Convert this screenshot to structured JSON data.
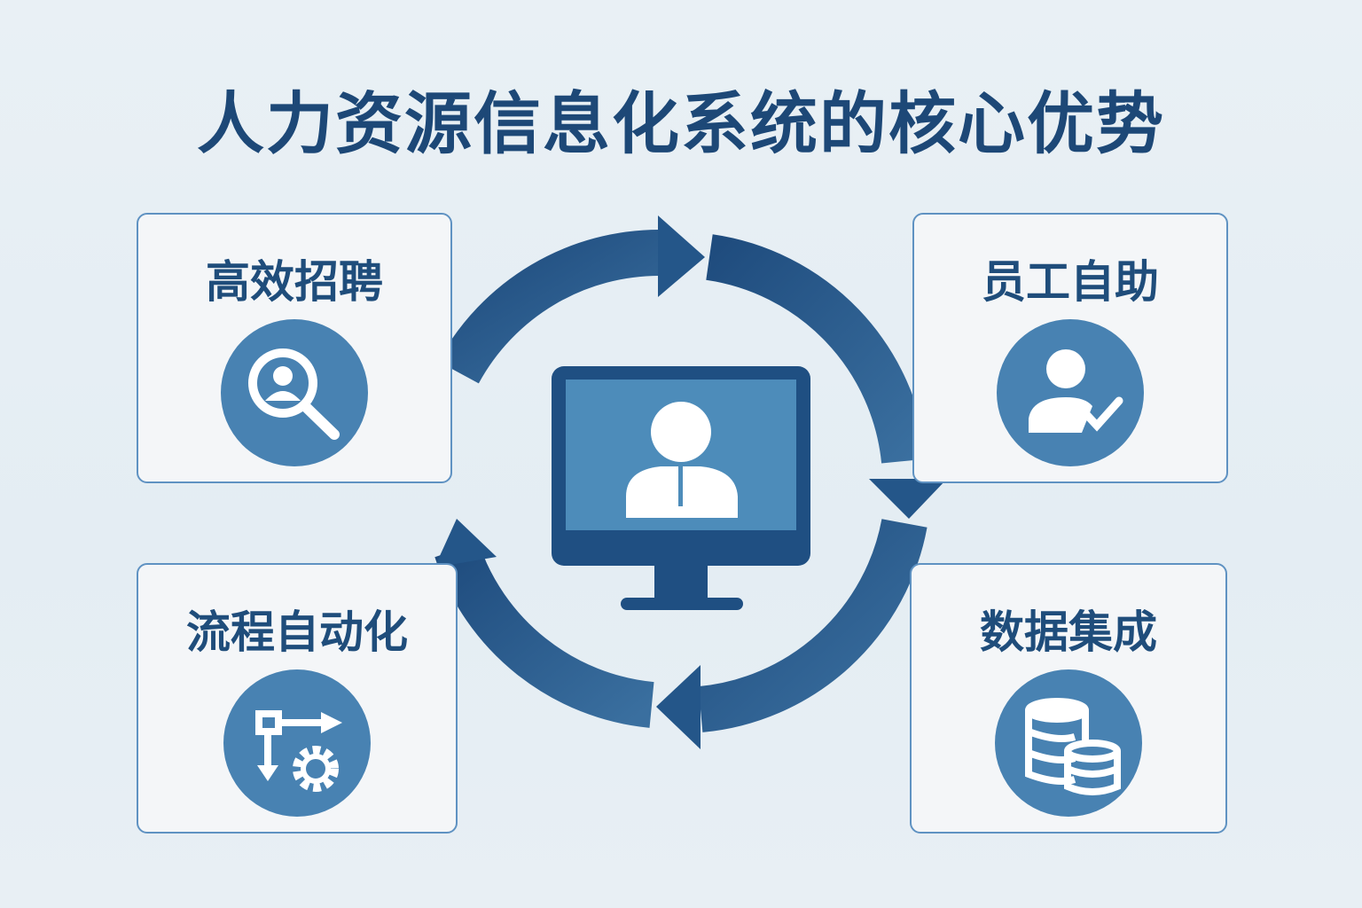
{
  "title": "人力资源信息化系统的核心优势",
  "cards": [
    {
      "label": "高效招聘",
      "icon": "magnifier-person-icon"
    },
    {
      "label": "员工自助",
      "icon": "user-check-icon"
    },
    {
      "label": "流程自动化",
      "icon": "workflow-gear-icon"
    },
    {
      "label": "数据集成",
      "icon": "database-icon"
    }
  ],
  "colors": {
    "title": "#1d4877",
    "accent": "#4882b2",
    "arrow": "#285a8c",
    "border": "#5f92c2"
  }
}
